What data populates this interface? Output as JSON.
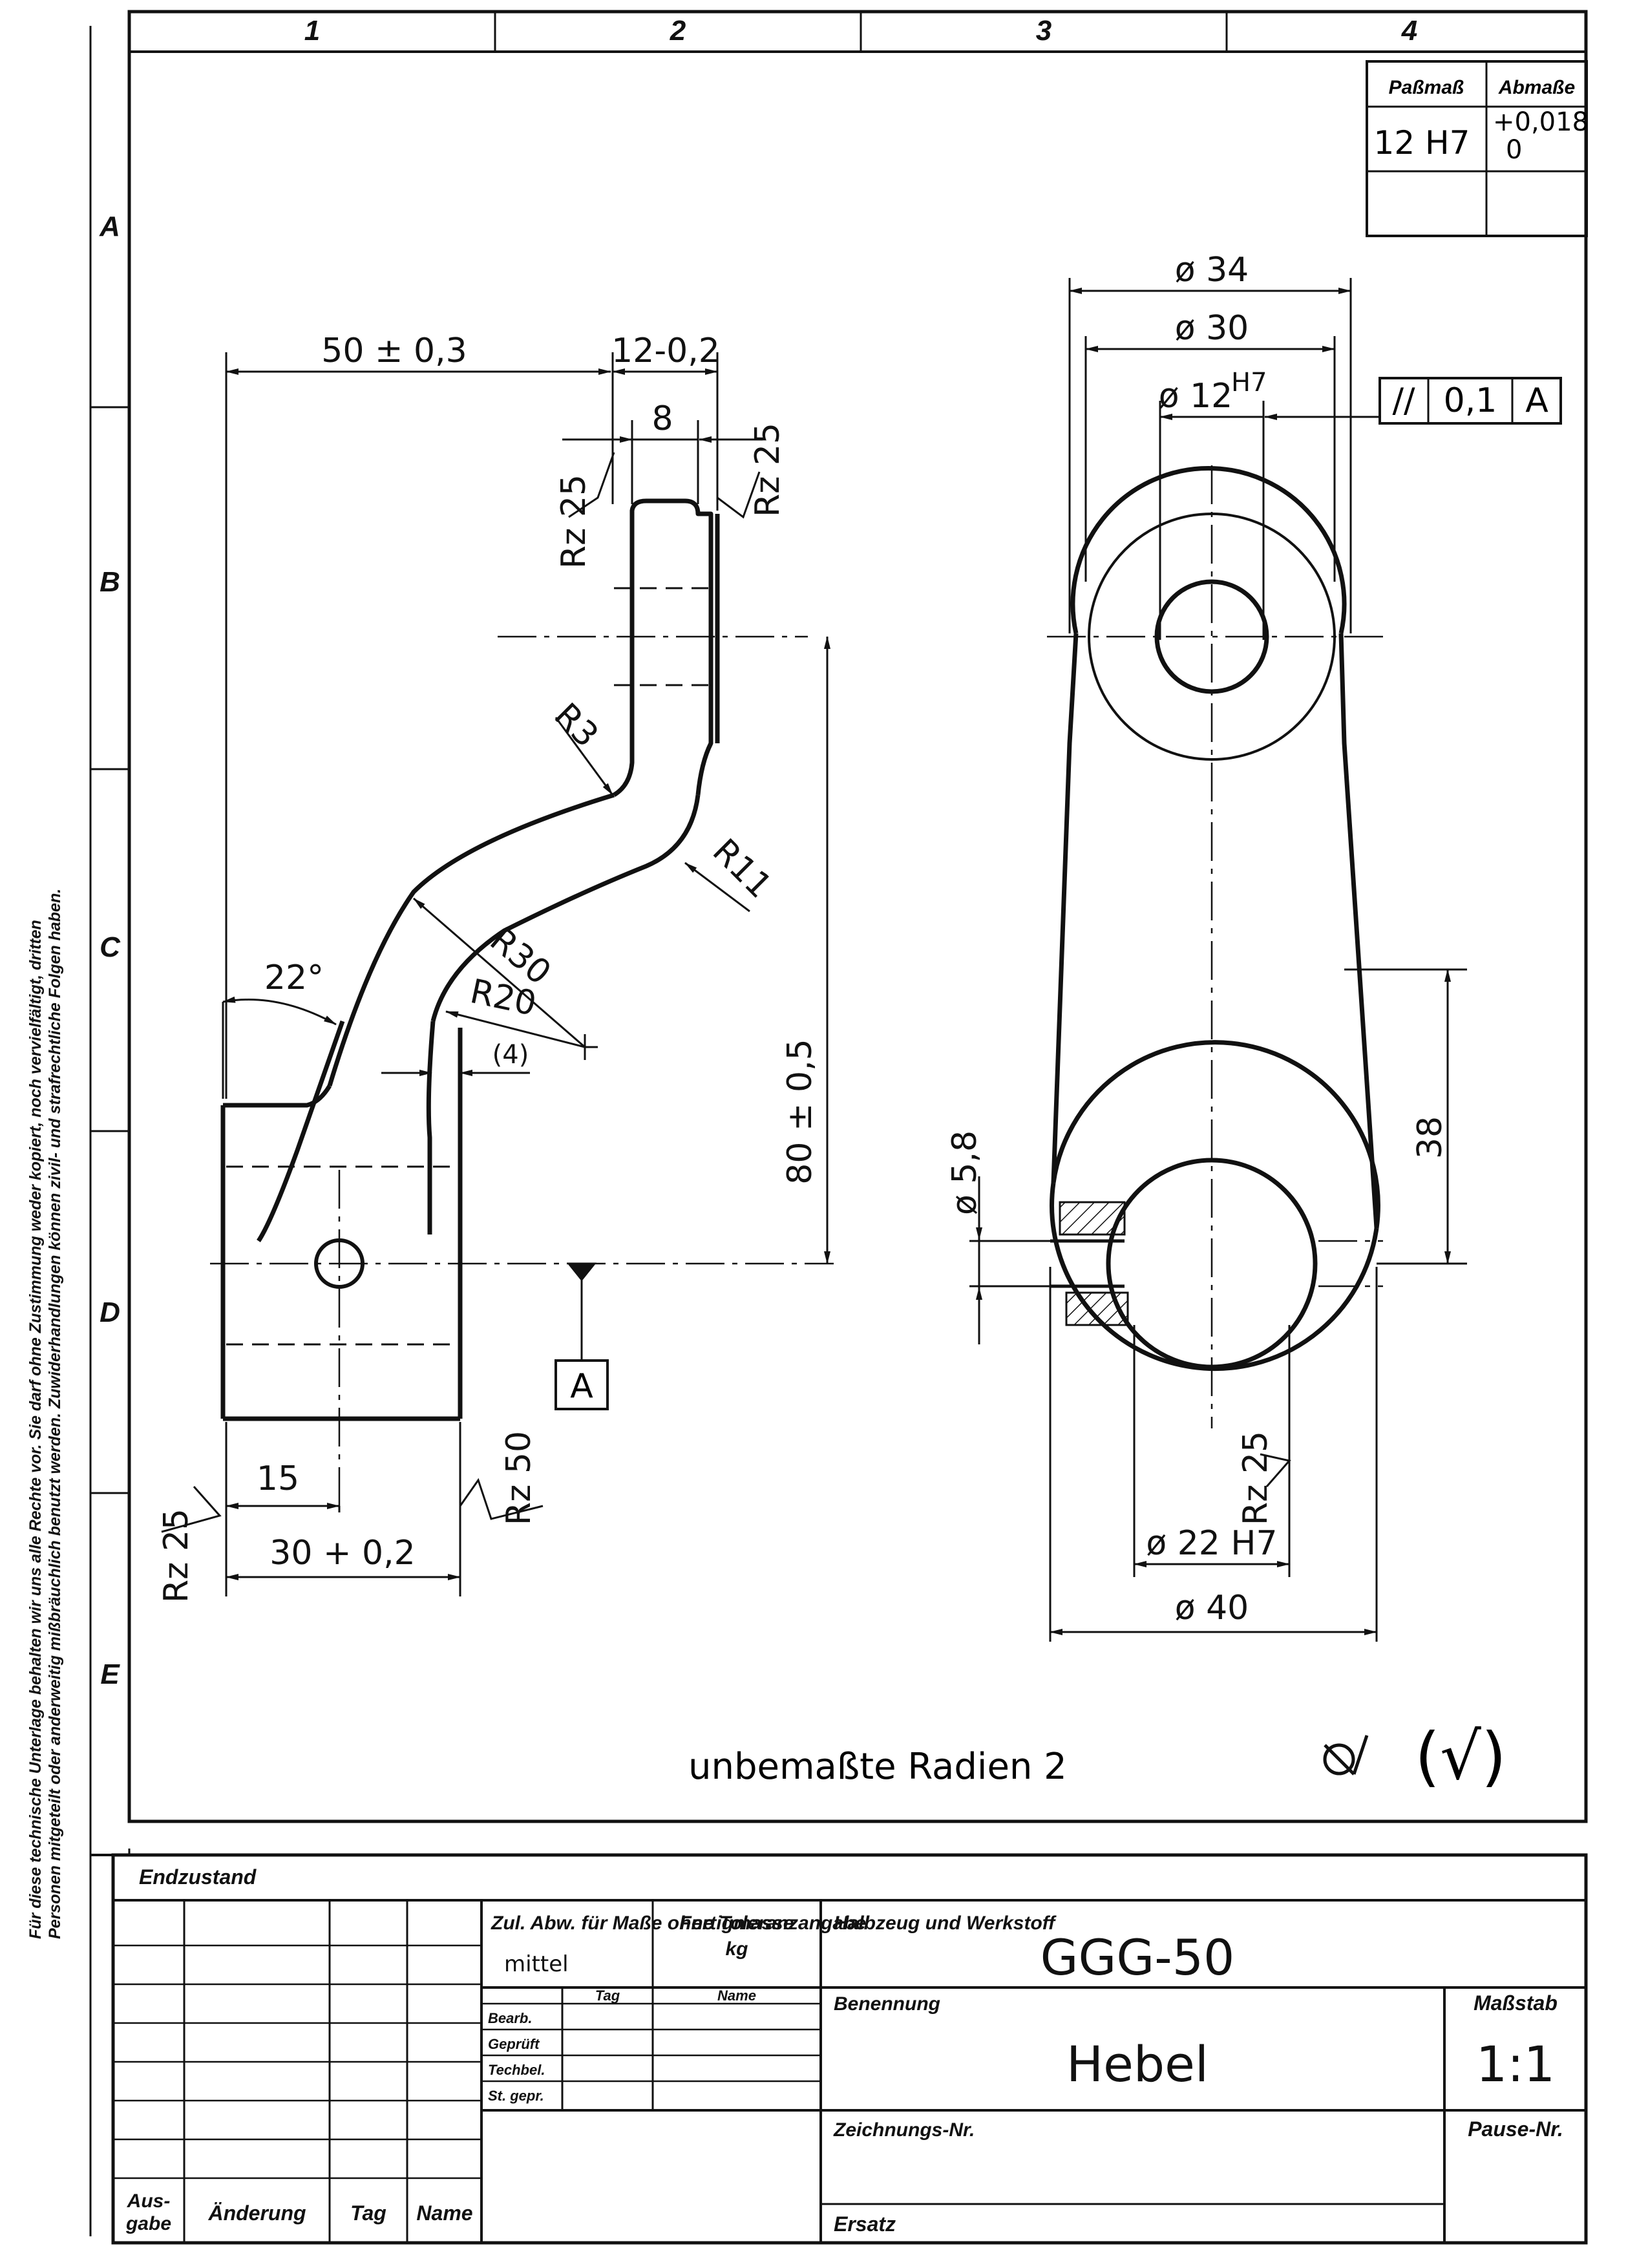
{
  "zones": {
    "columns": [
      "1",
      "2",
      "3",
      "4"
    ],
    "rows": [
      "A",
      "B",
      "C",
      "D",
      "E"
    ]
  },
  "tolerance_table": {
    "header_fit": "Paßmaß",
    "header_dev": "Abmaße",
    "fit": "12 H7",
    "dev_upper": "+0,018",
    "dev_lower": "0"
  },
  "left_view": {
    "dims": {
      "d50": "50 ± 0,3",
      "d12": "12-0,2",
      "d8": "8",
      "rz_a": "Rz 25",
      "rz_b": "Rz 25",
      "r3": "R3",
      "r11": "R11",
      "r30": "R30",
      "r20": "R20",
      "d4": "(4)",
      "a22": "22°",
      "d80": "80 ± 0,5",
      "d15": "15",
      "d30": "30 + 0,2",
      "rz_c": "Rz 25",
      "rz_d": "Rz 50"
    },
    "datum": "A"
  },
  "right_view": {
    "dims": {
      "d34": "ø 34",
      "d30": "ø 30",
      "d12": "ø 12",
      "d12_fit": "H7",
      "d38": "38",
      "d58": "ø 5,8",
      "rz": "Rz 25",
      "d22": "ø 22 H7",
      "d40": "ø 40"
    },
    "frame": {
      "symbol": "//",
      "value": "0,1",
      "datum": "A"
    }
  },
  "notes": {
    "radii": "unbemaßte Radien 2",
    "surface": "(√)"
  },
  "state_label": "Endzustand",
  "title_block": {
    "tolerance_header": "Zul. Abw. für Maße ohne Toleranzangabe",
    "tolerance_value": "mittel",
    "mass_header": "Fertigmasse",
    "mass_unit": "kg",
    "material_header": "Halbzeug und Werkstoff",
    "material": "GGG-50",
    "name_header": "Benennung",
    "name": "Hebel",
    "scale_header": "Maßstab",
    "scale": "1:1",
    "drawing_no_header": "Zeichnungs-Nr.",
    "pause_header": "Pause-Nr.",
    "replace_header": "Ersatz",
    "col_tag": "Tag",
    "col_name": "Name",
    "rows": [
      "Bearb.",
      "Geprüft",
      "Techbel.",
      "St. gepr."
    ],
    "rev_cols": [
      "Aus-\ngabe",
      "Änderung",
      "Tag",
      "Name"
    ]
  },
  "copyright": [
    "Für diese technische Unterlage behalten wir uns alle Rechte vor. Sie darf ohne Zustimmung weder kopiert, noch vervielfältigt, dritten",
    "Personen mitgeteilt oder anderweitig mißbräuchlich benutzt werden. Zuwiderhandlungen können zivil- und strafrechtliche Folgen haben."
  ]
}
